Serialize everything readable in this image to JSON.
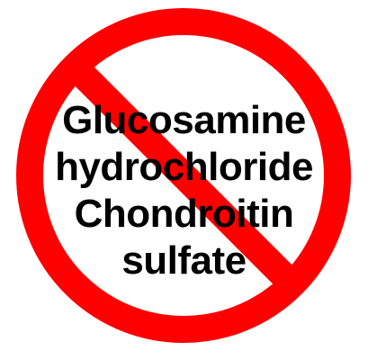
{
  "sign": {
    "ring_color": "#ff0000",
    "slash_color": "#ff0000",
    "background_color": "#ffffff",
    "text_color": "#000000",
    "icon": "prohibition-sign-icon"
  },
  "label": {
    "lines": [
      "Glucosamine",
      "hydrochloride",
      "Chondroitin",
      "sulfate"
    ]
  }
}
